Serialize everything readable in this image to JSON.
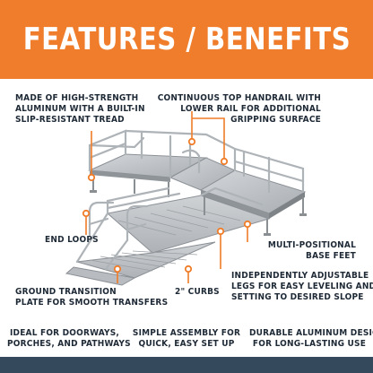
{
  "header": {
    "title": "FEATURES / BENEFITS"
  },
  "callouts": {
    "material": [
      "MADE OF HIGH-STRENGTH",
      "ALUMINUM WITH A BUILT-IN",
      "SLIP-RESISTANT TREAD"
    ],
    "handrail": [
      "CONTINUOUS TOP HANDRAIL WITH",
      "LOWER RAIL FOR ADDITIONAL",
      "GRIPPING SURFACE"
    ],
    "end_loops": [
      "END LOOPS"
    ],
    "base_feet": [
      "MULTI-POSITIONAL",
      "BASE FEET"
    ],
    "legs": [
      "INDEPENDENTLY ADJUSTABLE",
      "LEGS FOR EASY LEVELING AND",
      "SETTING TO DESIRED SLOPE"
    ],
    "transition": [
      "GROUND TRANSITION",
      "PLATE FOR SMOOTH TRANSFERS"
    ],
    "curbs": [
      "2\" CURBS"
    ]
  },
  "benefits": {
    "doorways": [
      "IDEAL FOR DOORWAYS,",
      "PORCHES, AND PATHWAYS"
    ],
    "assembly": [
      "SIMPLE ASSEMBLY FOR",
      "QUICK, EASY SET UP"
    ],
    "durable": [
      "DURABLE ALUMINUM DESIGN",
      "FOR LONG-LASTING USE"
    ]
  },
  "colors": {
    "header": "#ef7d2b",
    "accent": "#f07c28",
    "text": "#1f2a37",
    "footer": "#35495c",
    "aluminum": "#c4c8cc"
  }
}
